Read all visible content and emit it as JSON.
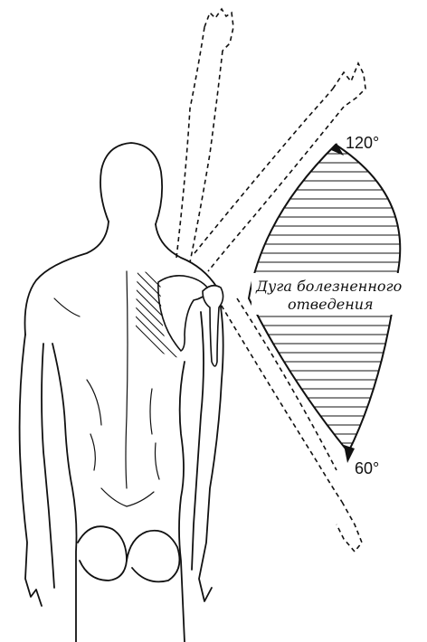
{
  "labels": {
    "arc_line1": "Дуга болезненного",
    "arc_line2": "отведения",
    "angle_top": "120°",
    "angle_bottom": "60°"
  },
  "colors": {
    "ink": "#111111",
    "background": "#ffffff"
  }
}
